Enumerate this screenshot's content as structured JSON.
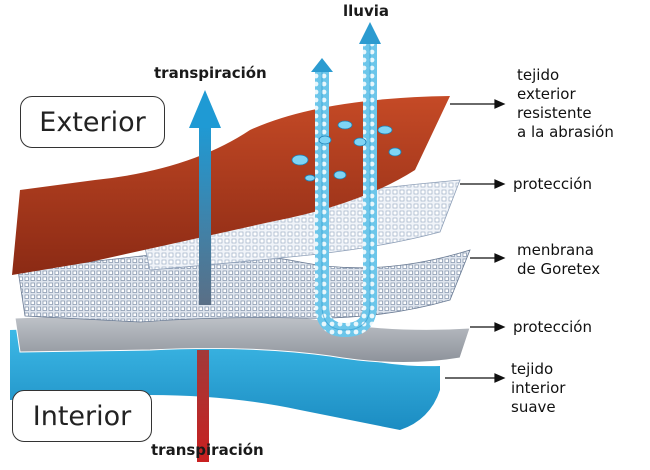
{
  "labels": {
    "rain": "lluvia",
    "sweat_top": "transpiración",
    "sweat_bottom": "transpiración",
    "exterior": "Exterior",
    "interior": "Interior"
  },
  "layers": [
    {
      "id": "outer",
      "text": "tejido\nexterior\nresistente\na la abrasión",
      "color": "#a8361b"
    },
    {
      "id": "prot1",
      "text": "protección",
      "color": "#e3e9f2"
    },
    {
      "id": "membrane",
      "text": "menbrana\nde Goretex",
      "color": "#eef1f6"
    },
    {
      "id": "prot2",
      "text": "protección",
      "color": "#a9adb5"
    },
    {
      "id": "inner",
      "text": "tejido\ninterior\nsuave",
      "color": "#2ea9da"
    }
  ],
  "icons": {
    "rain_arrow": "rain-arrow-icon",
    "sweat_arrow": "sweat-arrow-icon",
    "droplets": "water-droplet-icon"
  }
}
